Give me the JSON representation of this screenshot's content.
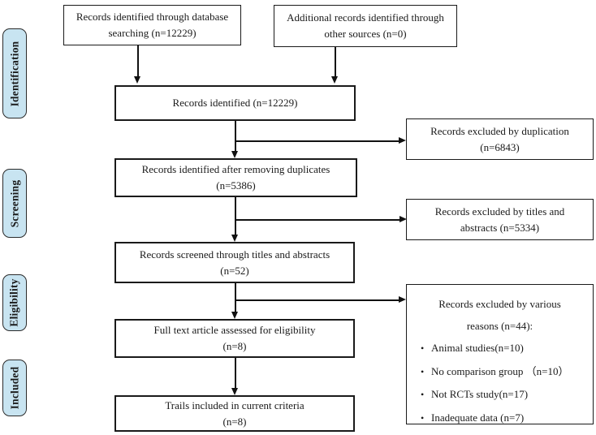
{
  "diagram": {
    "bullet_char": "•",
    "colors": {
      "stage_fill": "#c8e4f1",
      "stage_border": "#2b2b2b",
      "box_border": "#1a1a1a",
      "arrow": "#111111",
      "background": "#ffffff"
    },
    "stages": [
      {
        "label": "Identification"
      },
      {
        "label": "Screening"
      },
      {
        "label": "Eligibility"
      },
      {
        "label": "Included"
      }
    ],
    "boxes": {
      "database": {
        "lines": [
          "Records identified through database",
          "searching (n=12229)"
        ]
      },
      "additional": {
        "lines": [
          "Additional records identified through",
          "other sources (n=0)"
        ]
      },
      "identified": {
        "lines": [
          "Records identified  (n=12229)"
        ]
      },
      "deduplicated": {
        "lines": [
          "Records identified after removing duplicates",
          "(n=5386)"
        ]
      },
      "screened": {
        "lines": [
          "Records screened through titles and abstracts",
          "(n=52)"
        ]
      },
      "fulltext": {
        "lines": [
          "Full text article assessed for eligibility",
          "(n=8)"
        ]
      },
      "included": {
        "lines": [
          "Trails included in current criteria",
          "(n=8)"
        ]
      },
      "excluded_duplication": {
        "lines": [
          "Records excluded by duplication",
          "(n=6843)"
        ]
      },
      "excluded_titles": {
        "lines": [
          "Records excluded by titles and",
          "abstracts  (n=5334)"
        ]
      },
      "excluded_various": {
        "lines": [
          "Records excluded by various",
          "reasons (n=44):"
        ],
        "bullets": [
          "Animal studies(n=10)",
          "No comparison group （n=10）",
          "Not RCTs study(n=17)",
          "Inadequate data (n=7)"
        ]
      }
    }
  }
}
